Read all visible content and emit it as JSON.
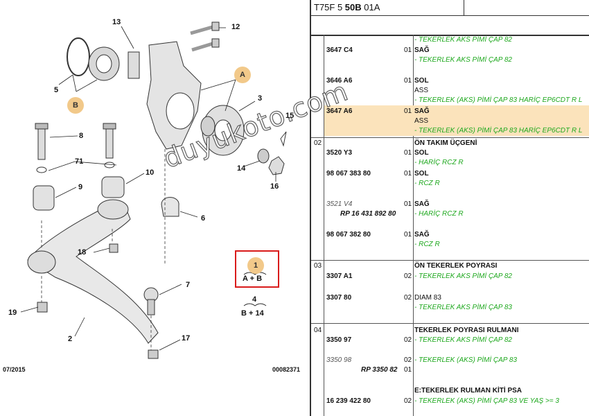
{
  "diagram": {
    "callouts": [
      "13",
      "12",
      "5",
      "A",
      "B",
      "3",
      "8",
      "71",
      "15",
      "9",
      "10",
      "14",
      "16",
      "18",
      "6",
      "1",
      "A + B",
      "7",
      "4",
      "B + 14",
      "19",
      "2",
      "17"
    ],
    "footer_left": "07/2015",
    "footer_right": "00082371",
    "watermark": "duyukoto.com"
  },
  "parts": {
    "header_code_pre": "T75F 5 ",
    "header_code_bold": "50B",
    "header_code_post": " 01A",
    "rows": [
      {
        "grp": "",
        "pn": "",
        "qty": "",
        "name": "",
        "lines": [
          "- TEKERLEK AKS PİMİ ÇAP 82"
        ],
        "pn_style": ""
      },
      {
        "grp": "",
        "pn": "3647 C4",
        "qty": "01",
        "name": "SAĞ",
        "lines": [
          "- TEKERLEK AKS PİMİ ÇAP 82"
        ],
        "pn_style": "pn"
      },
      {
        "grp": "",
        "pn": "3646 A6",
        "qty": "01",
        "name": "SOL",
        "lines": [
          "ASS",
          "- TEKERLEK (AKS) PİMİ ÇAP 83 HARİÇ EP6CDT R L"
        ],
        "pn_style": "pn"
      },
      {
        "grp": "",
        "pn": "3647 A6",
        "qty": "01",
        "name": "SAĞ",
        "lines": [
          "ASS",
          "- TEKERLEK (AKS) PİMİ ÇAP 83 HARİÇ EP6CDT R L"
        ],
        "pn_style": "pn"
      },
      {
        "grp": "02",
        "pn": "3520 Y3",
        "qty": "01",
        "name": "ÖN TAKIM ÜÇGENİ",
        "lines": [
          "SOL",
          "- HARİÇ RCZ R"
        ],
        "pn_style": "pn"
      },
      {
        "grp": "",
        "pn": "98 067 383 80",
        "qty": "01",
        "name": "SOL",
        "lines": [
          "- RCZ R"
        ],
        "pn_style": "pn"
      },
      {
        "grp": "",
        "pn": "3521 V4",
        "qty": "01",
        "name": "SAĞ",
        "lines": [
          "- HARİÇ RCZ R"
        ],
        "pn_style": "pn it"
      },
      {
        "grp": "",
        "pn": "RP 16 431 892 80",
        "qty": "",
        "name": "",
        "lines": [],
        "pn_style": "rp"
      },
      {
        "grp": "",
        "pn": "98 067 382 80",
        "qty": "01",
        "name": "SAĞ",
        "lines": [
          "- RCZ R"
        ],
        "pn_style": "pn"
      },
      {
        "grp": "03",
        "pn": "3307 A1",
        "qty": "02",
        "name": "ÖN TEKERLEK POYRASI",
        "lines": [
          "- TEKERLEK AKS PİMİ ÇAP 82"
        ],
        "pn_style": "pn"
      },
      {
        "grp": "",
        "pn": "3307 80",
        "qty": "02",
        "name": "DIAM 83",
        "lines": [
          "- TEKERLEK AKS PİMİ ÇAP 83"
        ],
        "pn_style": "pn"
      },
      {
        "grp": "04",
        "pn": "3350 97",
        "qty": "02",
        "name": "TEKERLEK POYRASI RULMANI",
        "lines": [
          "- TEKERLEK AKS PİMİ ÇAP 82"
        ],
        "pn_style": "pn"
      },
      {
        "grp": "",
        "pn": "3350 98",
        "qty": "02",
        "name": "- TEKERLEK (AKS) PİMİ ÇAP 83",
        "lines": [],
        "pn_style": "pn it"
      },
      {
        "grp": "",
        "pn": "RP 3350 82",
        "qty": "01",
        "name": "",
        "lines": [],
        "pn_style": "rp"
      },
      {
        "grp": "",
        "pn": "",
        "qty": "",
        "name": "E:TEKERLEK RULMAN KİTİ PSA",
        "lines": [],
        "pn_style": ""
      },
      {
        "grp": "",
        "pn": "16 239 422 80",
        "qty": "02",
        "name": "- TEKERLEK (AKS) PİMİ ÇAP 83 VE YAŞ >= 3",
        "lines": [],
        "pn_style": "pn"
      }
    ]
  },
  "colors": {
    "highlight": "#fbe3bb",
    "green_text": "#1ea81e",
    "badge": "#f2c98a",
    "red_box": "#d91b1b"
  }
}
